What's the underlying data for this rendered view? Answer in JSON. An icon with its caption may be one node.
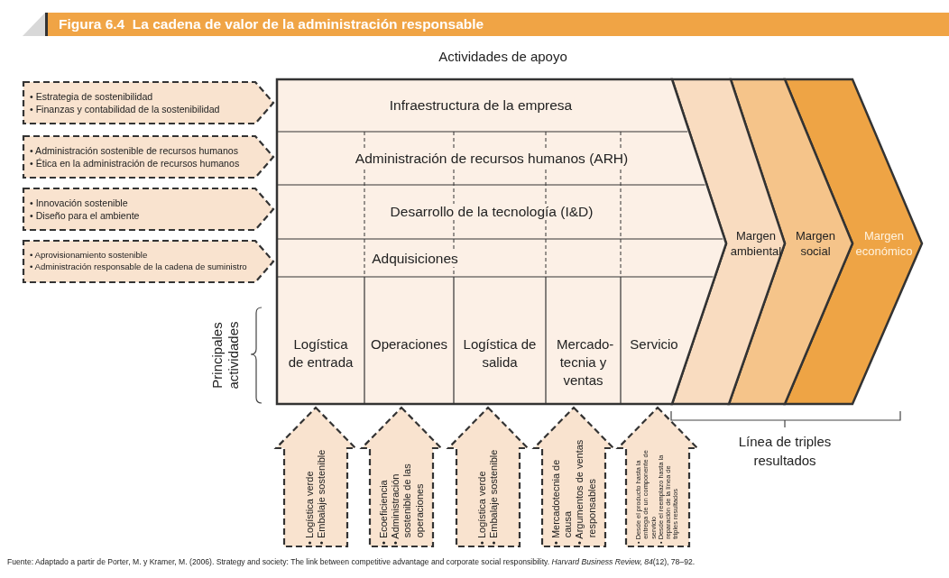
{
  "diagram": {
    "title": "Figura 6.4  La cadena de valor de la administración responsable",
    "caption": "Fuente: Adaptado a partir de Porter, M. y Kramer, M. (2006). Strategy and society: The link between competitive advantage and corporate social responsibility. *Harvard Business Review, 84*(12), 78–92.",
    "nodes": [
      {
        "text": [
          "Actividades de apoyo"
        ]
      },
      {
        "text": [
          "Infraestructura de la empresa"
        ],
        "in": 0
      },
      {
        "text": [
          "Administración de recursos humanos (ARH)"
        ],
        "in": 0
      },
      {
        "text": [
          "Desarrollo de la tecnología (I&D)"
        ],
        "in": 0
      },
      {
        "text": [
          "Adquisiciones"
        ],
        "in": 0
      },
      {
        "text": [
          "Logística de entrada"
        ],
        "in": 0
      },
      {
        "text": [
          "Operaciones"
        ],
        "in": 0
      },
      {
        "text": [
          "Logística de salida"
        ],
        "in": 0
      },
      {
        "text": [
          "Mercado- tecnia y ventas"
        ],
        "in": 0
      },
      {
        "text": [
          "Servicio"
        ],
        "in": 0
      },
      {
        "text": [
          "Margen ambiental"
        ]
      },
      {
        "text": [
          "Margen social"
        ]
      },
      {
        "text": [
          "Margen económico"
        ]
      },
      {
        "text": [
          "• Estrategia de sostenibilidad",
          "• Finanzas y contabilidad de la sostenibilidad"
        ]
      },
      {
        "text": [
          "• Administración sostenible de recursos humanos",
          "• Ética en la administración de recursos humanos"
        ]
      },
      {
        "text": [
          "• Innovación sostenible",
          "• Diseño para el ambiente"
        ]
      },
      {
        "text": [
          "• Aprovisionamiento sostenible",
          "• Administración responsable de la cadena de suministro"
        ]
      },
      {
        "text": [
          "• Logística verde",
          "• Embalaje sostenible"
        ]
      },
      {
        "text": [
          "• Ecoeficiencia",
          "• Administración sostenible de las operaciones"
        ]
      },
      {
        "text": [
          "• Logística verde",
          "• Embalaje sostenible"
        ]
      },
      {
        "text": [
          "• Mercadotecnia de causa",
          "• Argumentos de ventas responsables"
        ]
      },
      {
        "text": [
          "• Desde el producto hasta la entrega de un componente de servicio",
          "• Desde el reemplazo hasta la reparación de la línea de triples resultados"
        ]
      }
    ],
    "labels": [
      "Principales actividades",
      "Línea de triples resultados"
    ]
  }
}
